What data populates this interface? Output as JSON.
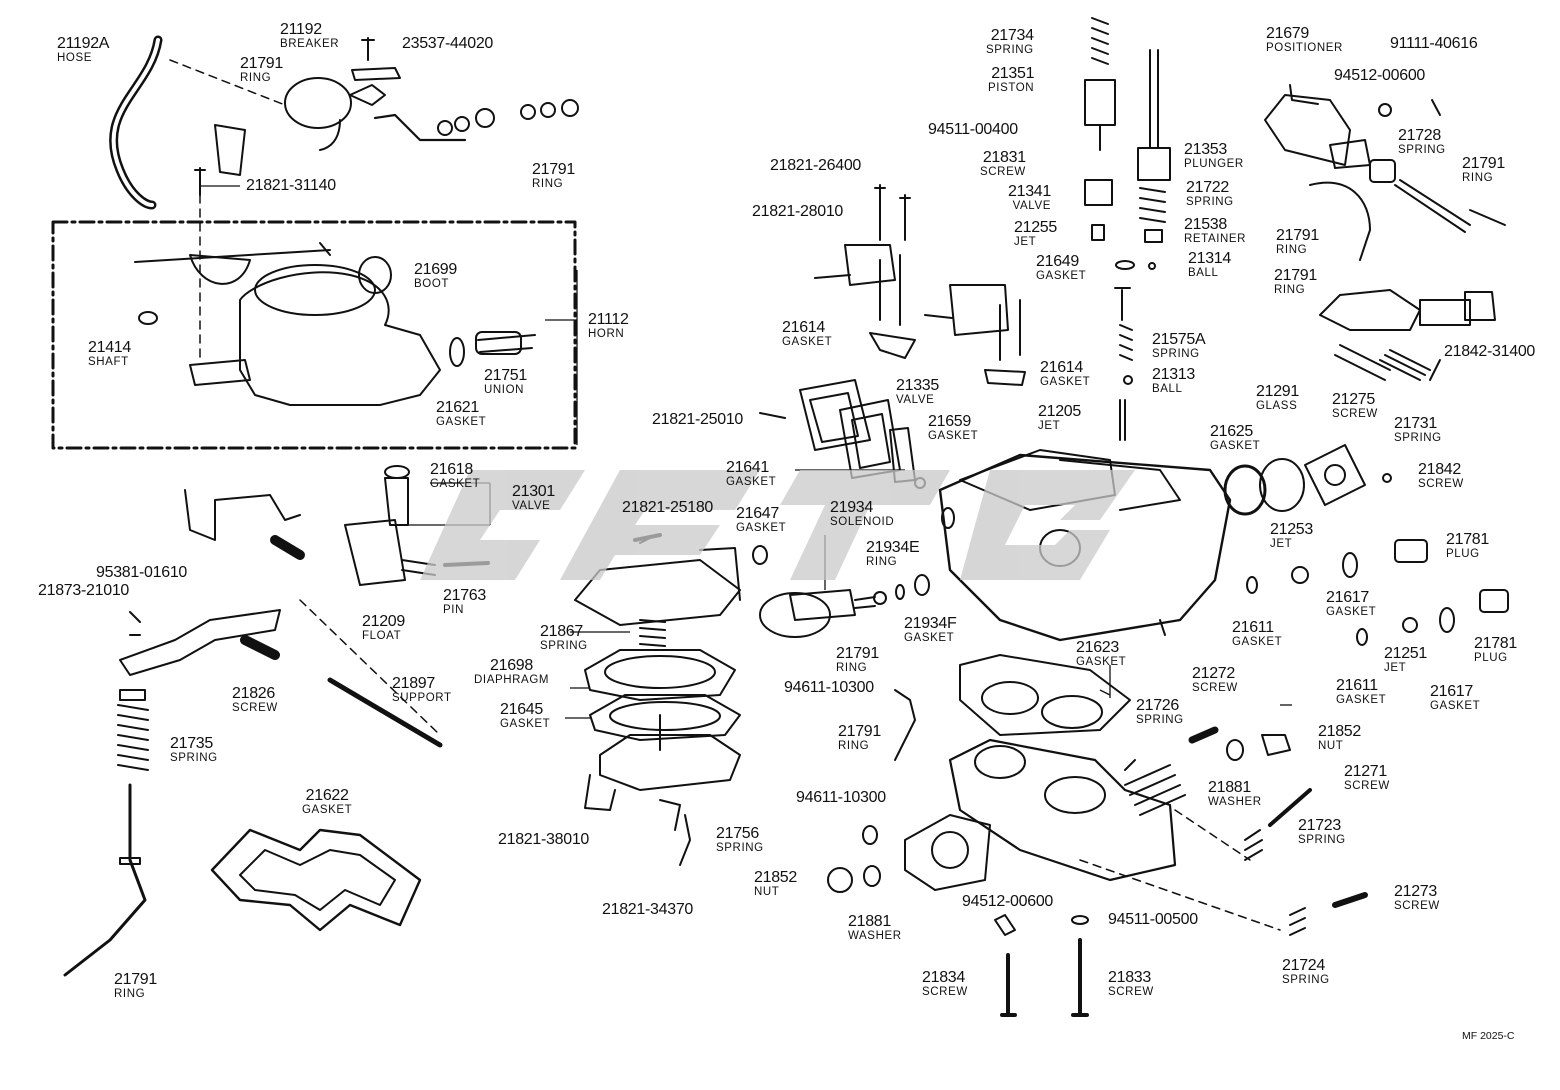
{
  "parts": [
    {
      "id": "21192A",
      "name": "HOSE"
    },
    {
      "id": "21192",
      "name": "BREAKER"
    },
    {
      "id": "23537-44020",
      "name": ""
    },
    {
      "id": "21791",
      "name": "RING"
    },
    {
      "id": "21791",
      "name": "RING"
    },
    {
      "id": "21821-31140",
      "name": ""
    },
    {
      "id": "21699",
      "name": "BOOT"
    },
    {
      "id": "21112",
      "name": "HORN"
    },
    {
      "id": "21414",
      "name": "SHAFT"
    },
    {
      "id": "21751",
      "name": "UNION"
    },
    {
      "id": "21621",
      "name": "GASKET"
    },
    {
      "id": "21618",
      "name": "GASKET"
    },
    {
      "id": "21301",
      "name": "VALVE"
    },
    {
      "id": "95381-01610",
      "name": ""
    },
    {
      "id": "21873-21010",
      "name": ""
    },
    {
      "id": "21209",
      "name": "FLOAT"
    },
    {
      "id": "21763",
      "name": "PIN"
    },
    {
      "id": "21826",
      "name": "SCREW"
    },
    {
      "id": "21897",
      "name": "SUPPORT"
    },
    {
      "id": "21735",
      "name": "SPRING"
    },
    {
      "id": "21622",
      "name": "GASKET"
    },
    {
      "id": "21791",
      "name": "RING"
    },
    {
      "id": "21734",
      "name": "SPRING"
    },
    {
      "id": "21351",
      "name": "PISTON"
    },
    {
      "id": "94511-00400",
      "name": ""
    },
    {
      "id": "21831",
      "name": "SCREW"
    },
    {
      "id": "21341",
      "name": "VALVE"
    },
    {
      "id": "21255",
      "name": "JET"
    },
    {
      "id": "21353",
      "name": "PLUNGER"
    },
    {
      "id": "21722",
      "name": "SPRING"
    },
    {
      "id": "21538",
      "name": "RETAINER"
    },
    {
      "id": "21649",
      "name": "GASKET"
    },
    {
      "id": "21314",
      "name": "BALL"
    },
    {
      "id": "21821-26400",
      "name": ""
    },
    {
      "id": "21821-28010",
      "name": ""
    },
    {
      "id": "21614",
      "name": "GASKET"
    },
    {
      "id": "21614",
      "name": "GASKET"
    },
    {
      "id": "21575A",
      "name": "SPRING"
    },
    {
      "id": "21313",
      "name": "BALL"
    },
    {
      "id": "21205",
      "name": "JET"
    },
    {
      "id": "21335",
      "name": "VALVE"
    },
    {
      "id": "21659",
      "name": "GASKET"
    },
    {
      "id": "21821-25010",
      "name": ""
    },
    {
      "id": "21641",
      "name": "GASKET"
    },
    {
      "id": "21647",
      "name": "GASKET"
    },
    {
      "id": "21821-25180",
      "name": ""
    },
    {
      "id": "21934",
      "name": "SOLENOID"
    },
    {
      "id": "21934E",
      "name": "RING"
    },
    {
      "id": "21934F",
      "name": "GASKET"
    },
    {
      "id": "21867",
      "name": "SPRING"
    },
    {
      "id": "21698",
      "name": "DIAPHRAGM"
    },
    {
      "id": "21645",
      "name": "GASKET"
    },
    {
      "id": "21821-38010",
      "name": ""
    },
    {
      "id": "21756",
      "name": "SPRING"
    },
    {
      "id": "21821-34370",
      "name": ""
    },
    {
      "id": "21679",
      "name": "POSITIONER"
    },
    {
      "id": "91111-40616",
      "name": ""
    },
    {
      "id": "94512-00600",
      "name": ""
    },
    {
      "id": "21728",
      "name": "SPRING"
    },
    {
      "id": "21791",
      "name": "RING"
    },
    {
      "id": "21791",
      "name": "RING"
    },
    {
      "id": "21791",
      "name": "RING"
    },
    {
      "id": "21842-31400",
      "name": ""
    },
    {
      "id": "21275",
      "name": "SCREW"
    },
    {
      "id": "21731",
      "name": "SPRING"
    },
    {
      "id": "21291",
      "name": "GLASS"
    },
    {
      "id": "21625",
      "name": "GASKET"
    },
    {
      "id": "21842",
      "name": "SCREW"
    },
    {
      "id": "21253",
      "name": "JET"
    },
    {
      "id": "21781",
      "name": "PLUG"
    },
    {
      "id": "21617",
      "name": "GASKET"
    },
    {
      "id": "21611",
      "name": "GASKET"
    },
    {
      "id": "21251",
      "name": "JET"
    },
    {
      "id": "21781",
      "name": "PLUG"
    },
    {
      "id": "21611",
      "name": "GASKET"
    },
    {
      "id": "21617",
      "name": "GASKET"
    },
    {
      "id": "21623",
      "name": "GASKET"
    },
    {
      "id": "21791",
      "name": "RING"
    },
    {
      "id": "94611-10300",
      "name": ""
    },
    {
      "id": "21791",
      "name": "RING"
    },
    {
      "id": "21272",
      "name": "SCREW"
    },
    {
      "id": "21726",
      "name": "SPRING"
    },
    {
      "id": "21852",
      "name": "NUT"
    },
    {
      "id": "21881",
      "name": "WASHER"
    },
    {
      "id": "21271",
      "name": "SCREW"
    },
    {
      "id": "21723",
      "name": "SPRING"
    },
    {
      "id": "94611-10300",
      "name": ""
    },
    {
      "id": "21852",
      "name": "NUT"
    },
    {
      "id": "21881",
      "name": "WASHER"
    },
    {
      "id": "94512-00600",
      "name": ""
    },
    {
      "id": "94511-00500",
      "name": ""
    },
    {
      "id": "21273",
      "name": "SCREW"
    },
    {
      "id": "21724",
      "name": "SPRING"
    },
    {
      "id": "21834",
      "name": "SCREW"
    },
    {
      "id": "21833",
      "name": "SCREW"
    }
  ],
  "drawing_code": "MF 2025-C",
  "colors": {
    "line": "#111111",
    "background": "#ffffff",
    "watermark": "#c9c9c9"
  }
}
